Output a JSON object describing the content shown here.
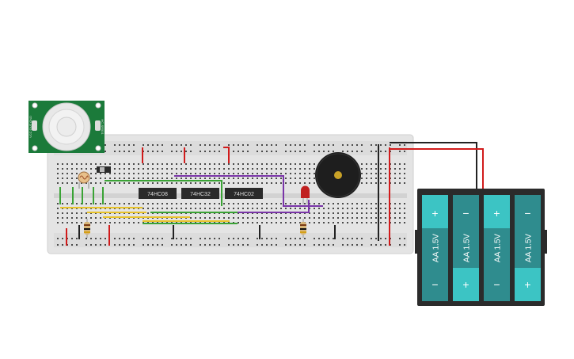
{
  "chips": [
    {
      "label": "74HC08"
    },
    {
      "label": "74HC32"
    },
    {
      "label": "74HC02"
    }
  ],
  "pir_sensor": {
    "labels": [
      "HC-SR501",
      "VCC OUT GND"
    ]
  },
  "battery_pack": {
    "cells": [
      {
        "label": "AA 1.5V",
        "top_symbol": "+",
        "bottom_symbol": "−"
      },
      {
        "label": "AA 1.5V",
        "top_symbol": "−",
        "bottom_symbol": "+"
      },
      {
        "label": "AA 1.5V",
        "top_symbol": "+",
        "bottom_symbol": "−"
      },
      {
        "label": "AA 1.5V",
        "top_symbol": "−",
        "bottom_symbol": "+"
      }
    ]
  },
  "colors": {
    "breadboard": "#e4e4e4",
    "pcb_green": "#1b7a3a",
    "battery_cell": "#2f8c8e",
    "battery_cap": "#3cc4c4",
    "battery_case": "#2b2b2b",
    "wire_red": "#d11b1b",
    "wire_black": "#222222",
    "wire_green": "#3aa335",
    "wire_yellow": "#e8c32a",
    "wire_purple": "#7a35a8",
    "led_red": "#c02020",
    "buzzer": "#1e1e1e"
  }
}
